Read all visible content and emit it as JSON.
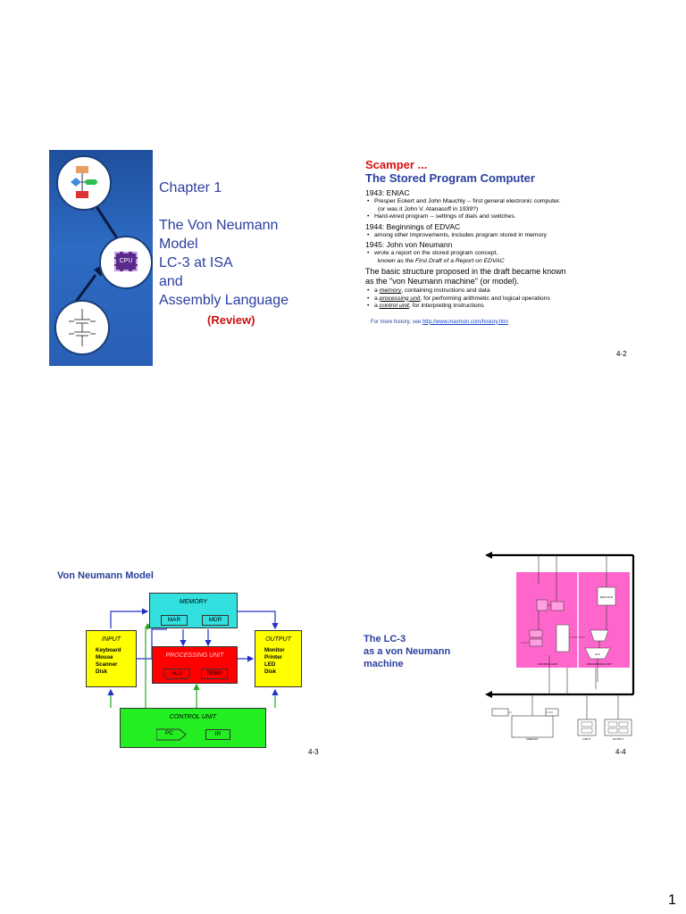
{
  "slide1": {
    "title_lines": [
      "Chapter 1",
      "",
      "The Von Neumann",
      "Model",
      "LC-3 at ISA",
      "and",
      "Assembly Language"
    ],
    "review": "(Review)",
    "cpu_chip_label": "CPU"
  },
  "slide2": {
    "heading1": "Scamper ...",
    "heading2": "The Stored Program Computer",
    "y1943": "1943: ENIAC",
    "b1943_1": "Presper Eckert and John Mauchly -- first general electronic computer.",
    "b1943_1b": "(or was it John V. Atanasoff in 1939?)",
    "b1943_2": "Hard-wired program -- settings of dials and switches.",
    "y1944": "1944: Beginnings of EDVAC",
    "b1944_1": "among other improvements, includes program stored in memory",
    "y1945": "1945: John von Neumann",
    "b1945_1": "wrote a report on the stored program concept,",
    "b1945_1b_pre": "known as the ",
    "b1945_1b_it": "First Draft of a Report on EDVAC",
    "basic1": "The basic structure proposed in the draft became known",
    "basic2": "as the \"von Neumann machine\" (or model).",
    "m_pre": "a ",
    "m_term": "memory",
    "m_post": ", containing instructions and data",
    "p_pre": "a ",
    "p_term": "processing unit",
    "p_post": ", for performing arithmetic and logical operations",
    "c_pre": "a ",
    "c_term": "control unit",
    "c_post": ", for interpreting instructions",
    "more_pre": "For more history, see ",
    "more_link": "http://www.maxmon.com/history.htm",
    "page": "4-2"
  },
  "slide3": {
    "title": "Von Neumann Model",
    "memory": "MEMORY",
    "mar": "MAR",
    "mdr": "MDR",
    "input": "INPUT",
    "input_devices": [
      "Keyboard",
      "Mouse",
      "Scanner",
      "Disk"
    ],
    "output": "OUTPUT",
    "output_devices": [
      "Monitor",
      "Printer",
      "LED",
      "Disk"
    ],
    "processing": "PROCESSING UNIT",
    "alu": "ALU",
    "temp": "TEMP",
    "control": "CONTROL UNIT",
    "pc": "PC",
    "ir": "IR",
    "page": "4-3"
  },
  "slide4": {
    "title_lines": [
      "The LC-3",
      " as a von Neumann",
      "machine"
    ],
    "control_unit": "CONTROL UNIT",
    "processing_unit": "PROCESSING UNIT",
    "memory": "MEMORY",
    "input": "INPUT",
    "output": "OUTPUT",
    "reg_file": "REG FILE",
    "alu": "ALU",
    "page": "4-4"
  },
  "page_number": "1",
  "colors": {
    "heading_blue": "#2a3f9e",
    "review_red": "#cc1111",
    "memory_cyan": "#33e0e0",
    "io_yellow": "#ffff00",
    "processing_red": "#ff0000",
    "control_green": "#22ee22",
    "lc3_magenta": "#ff66cc"
  }
}
